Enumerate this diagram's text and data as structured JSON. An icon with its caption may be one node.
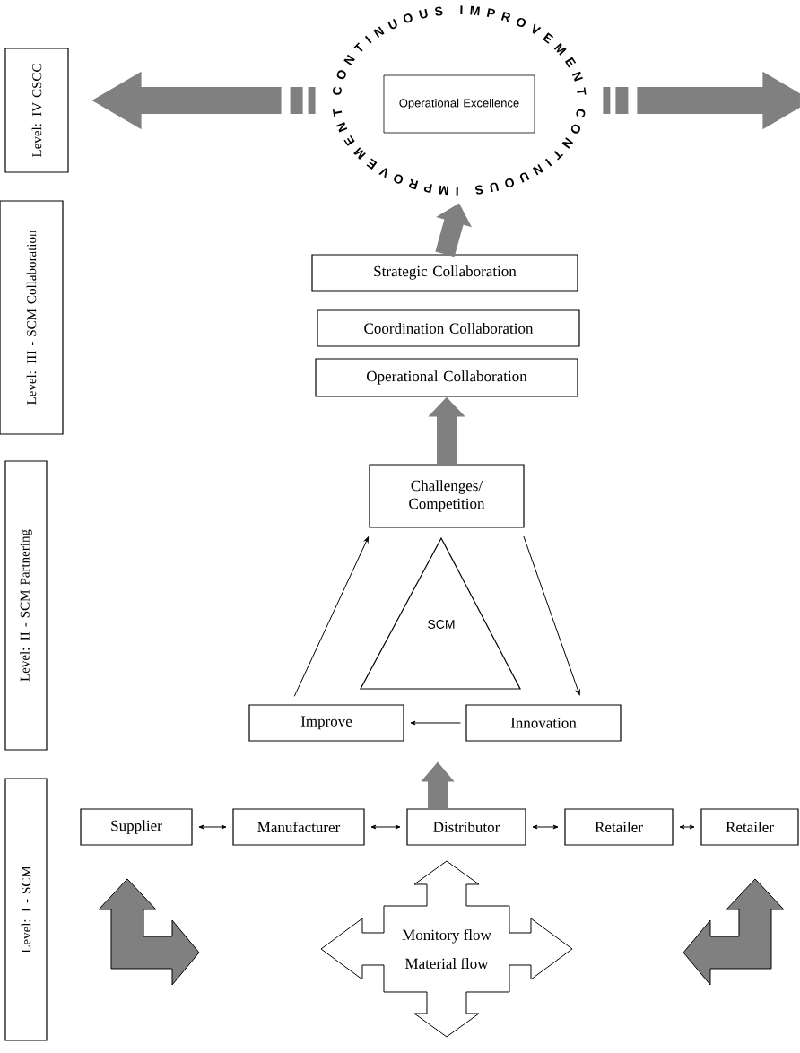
{
  "diagram": {
    "nodes": [
      {
        "text": [
          "Level: IV CSCC"
        ]
      },
      {
        "text": [
          "Level: III - SCM Collaboration"
        ]
      },
      {
        "text": [
          "Level: II - SCM Partnering"
        ]
      },
      {
        "text": [
          "Level: I - SCM"
        ]
      },
      {
        "text": [
          "CONTINUOUS IMPROVEMENT",
          "CONTINUOUS IMPROVEMENT"
        ]
      },
      {
        "text": [
          "Operational Excellence"
        ],
        "in": 4
      },
      {
        "text": [
          "Strategic Collaboration"
        ]
      },
      {
        "text": [
          "Coordination Collaboration"
        ]
      },
      {
        "text": [
          "Operational Collaboration"
        ]
      },
      {
        "text": [
          "Challenges/ Competition"
        ]
      },
      {
        "text": [
          "SCM"
        ]
      },
      {
        "text": [
          "Improve"
        ]
      },
      {
        "text": [
          "Innovation"
        ]
      },
      {
        "text": [
          "Supplier"
        ]
      },
      {
        "text": [
          "Manufacturer"
        ]
      },
      {
        "text": [
          "Distributor"
        ]
      },
      {
        "text": [
          "Retailer"
        ]
      },
      {
        "text": [
          "Retailer"
        ]
      },
      {
        "text": [
          "Monitory flow",
          "Material flow"
        ]
      }
    ],
    "edges": [
      {
        "from": 4,
        "to": null,
        "arrow": "to",
        "style": "thick",
        "color": "#808080"
      },
      {
        "from": 4,
        "to": null,
        "arrow": "to",
        "style": "thick",
        "color": "#808080"
      },
      {
        "from": 6,
        "to": 4,
        "arrow": "to",
        "style": "thick",
        "color": "#808080"
      },
      {
        "from": 9,
        "to": 8,
        "arrow": "to",
        "style": "thick",
        "color": "#808080"
      },
      {
        "from": 15,
        "to": null,
        "arrow": "to",
        "style": "thick",
        "color": "#808080"
      },
      {
        "from": 11,
        "to": 9,
        "arrow": "to"
      },
      {
        "from": 9,
        "to": 12,
        "arrow": "to"
      },
      {
        "from": 12,
        "to": 11,
        "arrow": "to"
      },
      {
        "from": 13,
        "to": 14,
        "arrow": "both"
      },
      {
        "from": 14,
        "to": 15,
        "arrow": "both"
      },
      {
        "from": 15,
        "to": 16,
        "arrow": "both"
      },
      {
        "from": 16,
        "to": 17,
        "arrow": "both"
      }
    ]
  }
}
